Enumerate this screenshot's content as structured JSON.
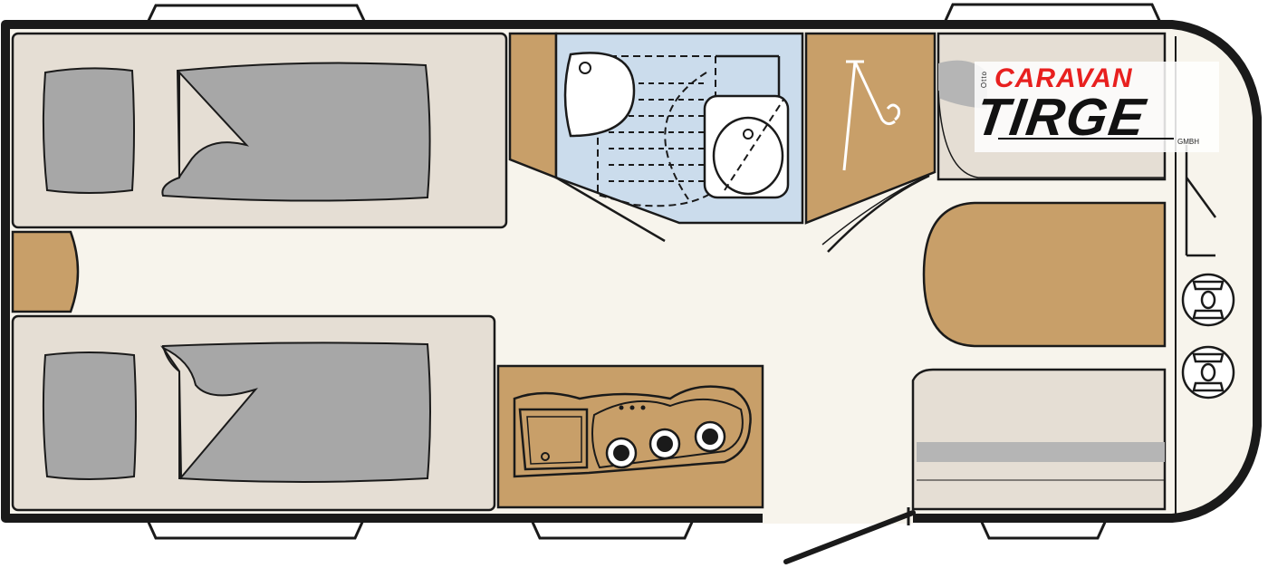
{
  "colors": {
    "outline": "#1a1a1a",
    "floor": "#f7f4ec",
    "bed_panel": "#e5ded4",
    "pillow": "#a7a7a7",
    "wood": "#c89f69",
    "bathroom": "#cbdcec",
    "seat_grey": "#b5b5b5",
    "window_fill": "#ffffff",
    "logo_red": "#e8201f",
    "logo_black": "#111111"
  },
  "logo": {
    "caravan": "CARAVAN",
    "tirge": "TIRGE",
    "vertical": "Otto",
    "gmbh": "GMBH"
  }
}
